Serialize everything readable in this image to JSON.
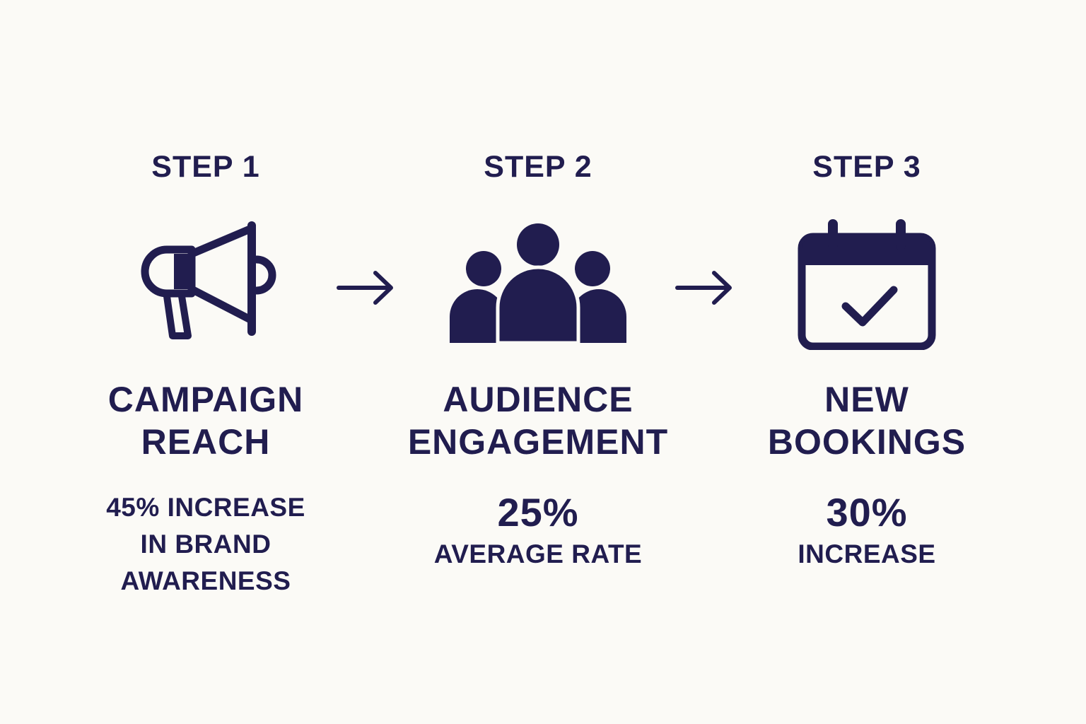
{
  "colors": {
    "background": "#fbfaf6",
    "ink": "#211d4f"
  },
  "steps": [
    {
      "label": "STEP 1",
      "icon": "megaphone-icon",
      "title_lines": [
        "CAMPAIGN",
        "REACH"
      ],
      "metric_lines": [
        "45% INCREASE",
        "IN BRAND",
        "AWARENESS"
      ]
    },
    {
      "label": "STEP 2",
      "icon": "people-group-icon",
      "title_lines": [
        "AUDIENCE",
        "ENGAGEMENT"
      ],
      "metric_value": "25%",
      "metric_lines": [
        "AVERAGE RATE"
      ]
    },
    {
      "label": "STEP 3",
      "icon": "calendar-check-icon",
      "title_lines": [
        "NEW",
        "BOOKINGS"
      ],
      "metric_value": "30%",
      "metric_lines": [
        "INCREASE"
      ]
    }
  ],
  "connectors": [
    "arrow-right-icon",
    "arrow-right-icon"
  ]
}
